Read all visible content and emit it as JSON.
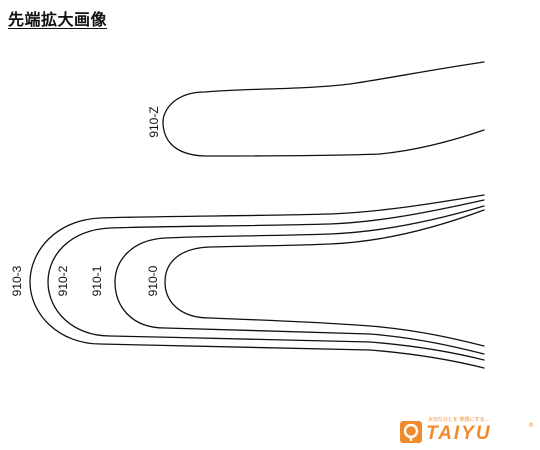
{
  "title": "先端拡大画像",
  "tips": [
    {
      "id": "z",
      "label": "910-Z"
    },
    {
      "id": "0",
      "label": "910-0"
    },
    {
      "id": "1",
      "label": "910-1"
    },
    {
      "id": "2",
      "label": "910-2"
    },
    {
      "id": "3",
      "label": "910-3"
    }
  ],
  "logo": {
    "name": "TAIYU",
    "tagline": "大切なひとを 笑顔にする…"
  },
  "colors": {
    "outline": "#111111",
    "brand": "#f08a2a"
  }
}
